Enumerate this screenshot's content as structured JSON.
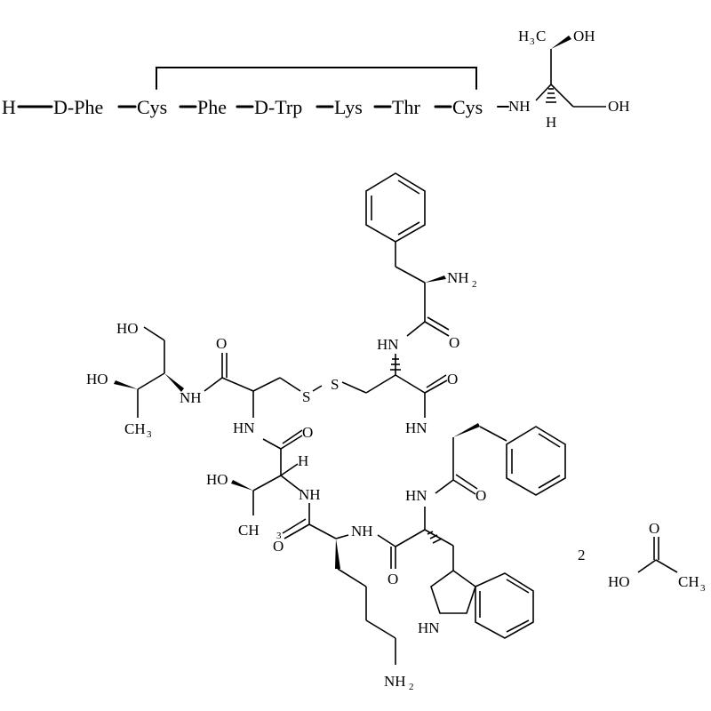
{
  "sequence": {
    "items": [
      "H",
      "D-Phe",
      "Cys",
      "Phe",
      "D-Trp",
      "Lys",
      "Thr",
      "Cys"
    ],
    "terminal_nh": "NH",
    "h3c": "H",
    "h3c_sub": "3",
    "h3c_c": "C",
    "oh_top": "OH",
    "oh_right": "OH",
    "h_down": "H"
  },
  "structure": {
    "nh2_top": "NH",
    "nh2_top_sub": "2",
    "o_a": "O",
    "hn_a": "HN",
    "ho_ch2": "HO",
    "o_b": "O",
    "s1": "S",
    "s2": "S",
    "ho_side": "HO",
    "nh_a": "NH",
    "o_c": "O",
    "hn_b": "HN",
    "ch3_left": "CH",
    "ch3_left_sub": "3",
    "hn_c": "HN",
    "o_d": "O",
    "h_alpha": "H",
    "ho_thr": "HO",
    "nh_b": "NH",
    "hn_d": "HN",
    "o_e": "O",
    "ch_thr": "CH",
    "ch_thr_sub": "3",
    "o_f": "O",
    "nh_c": "NH",
    "o_g": "O",
    "hn_indole": "HN",
    "nh2_bottom": "NH",
    "nh2_bottom_sub": "2"
  },
  "salt": {
    "count": "2",
    "o": "O",
    "ho": "HO",
    "ch3": "CH",
    "ch3_sub": "3"
  }
}
